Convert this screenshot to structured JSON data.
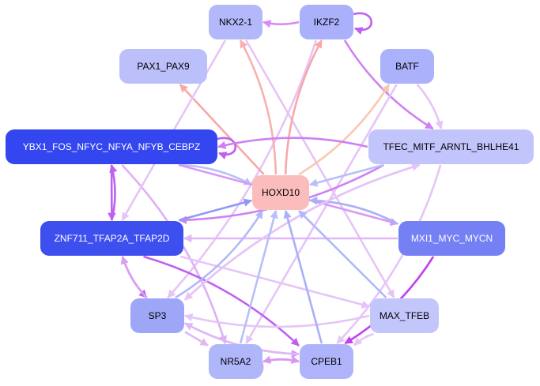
{
  "title": "Regulatory network: HOXD10",
  "nodes": [
    {
      "id": "NKX2-1",
      "label": "NKX2-1",
      "fill": "#b3b8fa",
      "text": "#000000"
    },
    {
      "id": "IKZF2",
      "label": "IKZF2",
      "fill": "#aab0fa",
      "text": "#000000"
    },
    {
      "id": "PAX1_PAX9",
      "label": "PAX1_PAX9",
      "fill": "#bcc0fa",
      "text": "#000000"
    },
    {
      "id": "BATF",
      "label": "BATF",
      "fill": "#abb1fb",
      "text": "#000000"
    },
    {
      "id": "YBX1_FOS_NFYC_NFYA_NFYB_CEBPZ",
      "label": "YBX1_FOS_NFYC_NFYA_NFYB_CEBPZ",
      "fill": "#3446f0",
      "text": "#ffffff"
    },
    {
      "id": "TFEC_MITF_ARNTL_BHLHE41",
      "label": "TFEC_MITF_ARNTL_BHLHE41",
      "fill": "#c2c5fb",
      "text": "#000000"
    },
    {
      "id": "HOXD10",
      "label": "HOXD10",
      "fill": "#fbbcbc",
      "text": "#000000"
    },
    {
      "id": "ZNF711_TFAP2A_TFAP2D",
      "label": "ZNF711_TFAP2A_TFAP2D",
      "fill": "#3e4ff0",
      "text": "#ffffff"
    },
    {
      "id": "MXI1_MYC_MYCN",
      "label": "MXI1_MYC_MYCN",
      "fill": "#7580f4",
      "text": "#ffffff"
    },
    {
      "id": "SP3",
      "label": "SP3",
      "fill": "#9ea6f8",
      "text": "#000000"
    },
    {
      "id": "MAX_TFEB",
      "label": "MAX_TFEB",
      "fill": "#c3c6fb",
      "text": "#000000"
    },
    {
      "id": "NR5A2",
      "label": "NR5A2",
      "fill": "#b0b6fa",
      "text": "#000000"
    },
    {
      "id": "CPEB1",
      "label": "CPEB1",
      "fill": "#afb4fa",
      "text": "#000000"
    }
  ],
  "edges": [
    {
      "from": "IKZF2",
      "to": "NKX2-1",
      "color": "#d98af5"
    },
    {
      "from": "IKZF2",
      "to": "IKZF2",
      "color": "#c060f0"
    },
    {
      "from": "IKZF2",
      "to": "TFEC_MITF_ARNTL_BHLHE41",
      "color": "#cf80f2"
    },
    {
      "from": "IKZF2",
      "to": "SP3",
      "color": "#e6c4f8"
    },
    {
      "from": "NKX2-1",
      "to": "MAX_TFEB",
      "color": "#e6c4f8"
    },
    {
      "from": "HOXD10",
      "to": "NKX2-1",
      "color": "#f8b0b0"
    },
    {
      "from": "HOXD10",
      "to": "IKZF2",
      "color": "#f8a8a8"
    },
    {
      "from": "HOXD10",
      "to": "PAX1_PAX9",
      "color": "#f8a8a8"
    },
    {
      "from": "HOXD10",
      "to": "BATF",
      "color": "#f8c8b0"
    },
    {
      "from": "BATF",
      "to": "TFEC_MITF_ARNTL_BHLHE41",
      "color": "#e6c4f8"
    },
    {
      "from": "BATF",
      "to": "NR5A2",
      "color": "#e6c4f8"
    },
    {
      "from": "YBX1_FOS_NFYC_NFYA_NFYB_CEBPZ",
      "to": "YBX1_FOS_NFYC_NFYA_NFYB_CEBPZ",
      "color": "#c060f0"
    },
    {
      "from": "YBX1_FOS_NFYC_NFYA_NFYB_CEBPZ",
      "to": "HOXD10",
      "color": "#b8c0fa"
    },
    {
      "from": "YBX1_FOS_NFYC_NFYA_NFYB_CEBPZ",
      "to": "ZNF711_TFAP2A_TFAP2D",
      "color": "#c060f0"
    },
    {
      "from": "ZNF711_TFAP2A_TFAP2D",
      "to": "YBX1_FOS_NFYC_NFYA_NFYB_CEBPZ",
      "color": "#c060f0"
    },
    {
      "from": "YBX1_FOS_NFYC_NFYA_NFYB_CEBPZ",
      "to": "NR5A2",
      "color": "#ddb0f5"
    },
    {
      "from": "YBX1_FOS_NFYC_NFYA_NFYB_CEBPZ",
      "to": "MXI1_MYC_MYCN",
      "color": "#d898f4"
    },
    {
      "from": "TFEC_MITF_ARNTL_BHLHE41",
      "to": "YBX1_FOS_NFYC_NFYA_NFYB_CEBPZ",
      "color": "#cf80f2"
    },
    {
      "from": "TFEC_MITF_ARNTL_BHLHE41",
      "to": "ZNF711_TFAP2A_TFAP2D",
      "color": "#cf80f2"
    },
    {
      "from": "TFEC_MITF_ARNTL_BHLHE41",
      "to": "HOXD10",
      "color": "#b8c0fa"
    },
    {
      "from": "TFEC_MITF_ARNTL_BHLHE41",
      "to": "SP3",
      "color": "#e6c4f8"
    },
    {
      "from": "TFEC_MITF_ARNTL_BHLHE41",
      "to": "CPEB1",
      "color": "#e6c4f8"
    },
    {
      "from": "ZNF711_TFAP2A_TFAP2D",
      "to": "HOXD10",
      "color": "#8f98f6"
    },
    {
      "from": "ZNF711_TFAP2A_TFAP2D",
      "to": "SP3",
      "color": "#c060f0"
    },
    {
      "from": "ZNF711_TFAP2A_TFAP2D",
      "to": "CPEB1",
      "color": "#c060f0"
    },
    {
      "from": "ZNF711_TFAP2A_TFAP2D",
      "to": "MAX_TFEB",
      "color": "#e6c4f8"
    },
    {
      "from": "MXI1_MYC_MYCN",
      "to": "HOXD10",
      "color": "#a8b0f8"
    },
    {
      "from": "MXI1_MYC_MYCN",
      "to": "CPEB1",
      "color": "#c040f0"
    },
    {
      "from": "MXI1_MYC_MYCN",
      "to": "ZNF711_TFAP2A_TFAP2D",
      "color": "#e0b8f6"
    },
    {
      "from": "SP3",
      "to": "HOXD10",
      "color": "#b0b8fa"
    },
    {
      "from": "SP3",
      "to": "ZNF711_TFAP2A_TFAP2D",
      "color": "#d8a0f4"
    },
    {
      "from": "SP3",
      "to": "NR5A2",
      "color": "#e0b8f6"
    },
    {
      "from": "SP3",
      "to": "CPEB1",
      "color": "#d898f4"
    },
    {
      "from": "SP3",
      "to": "TFEC_MITF_ARNTL_BHLHE41",
      "color": "#e6c4f8"
    },
    {
      "from": "MAX_TFEB",
      "to": "HOXD10",
      "color": "#b0b8fa"
    },
    {
      "from": "MAX_TFEB",
      "to": "CPEB1",
      "color": "#e6c4f8"
    },
    {
      "from": "MAX_TFEB",
      "to": "SP3",
      "color": "#e6c4f8"
    },
    {
      "from": "NR5A2",
      "to": "HOXD10",
      "color": "#b8bffa"
    },
    {
      "from": "NR5A2",
      "to": "NR5A2",
      "color": "#d898f4"
    },
    {
      "from": "NR5A2",
      "to": "CPEB1",
      "color": "#d898f4"
    },
    {
      "from": "CPEB1",
      "to": "HOXD10",
      "color": "#a8b0f8"
    },
    {
      "from": "CPEB1",
      "to": "NR5A2",
      "color": "#d898f4"
    },
    {
      "from": "CPEB1",
      "to": "SP3",
      "color": "#e0b8f6"
    },
    {
      "from": "NKX2-1",
      "to": "ZNF711_TFAP2A_TFAP2D",
      "color": "#e6c4f8"
    }
  ]
}
